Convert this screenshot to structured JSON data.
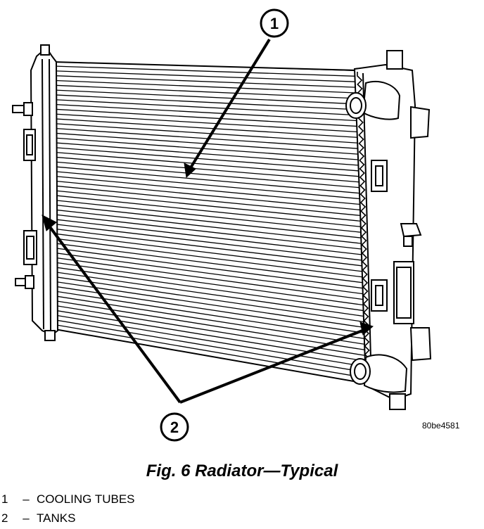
{
  "callouts": [
    {
      "number": "1"
    },
    {
      "number": "2"
    }
  ],
  "figure_code": "80be4581",
  "caption": "Fig. 6 Radiator—Typical",
  "legend": [
    {
      "number": "1",
      "dash": "–",
      "label": "COOLING TUBES"
    },
    {
      "number": "2",
      "dash": "–",
      "label": "TANKS"
    }
  ]
}
